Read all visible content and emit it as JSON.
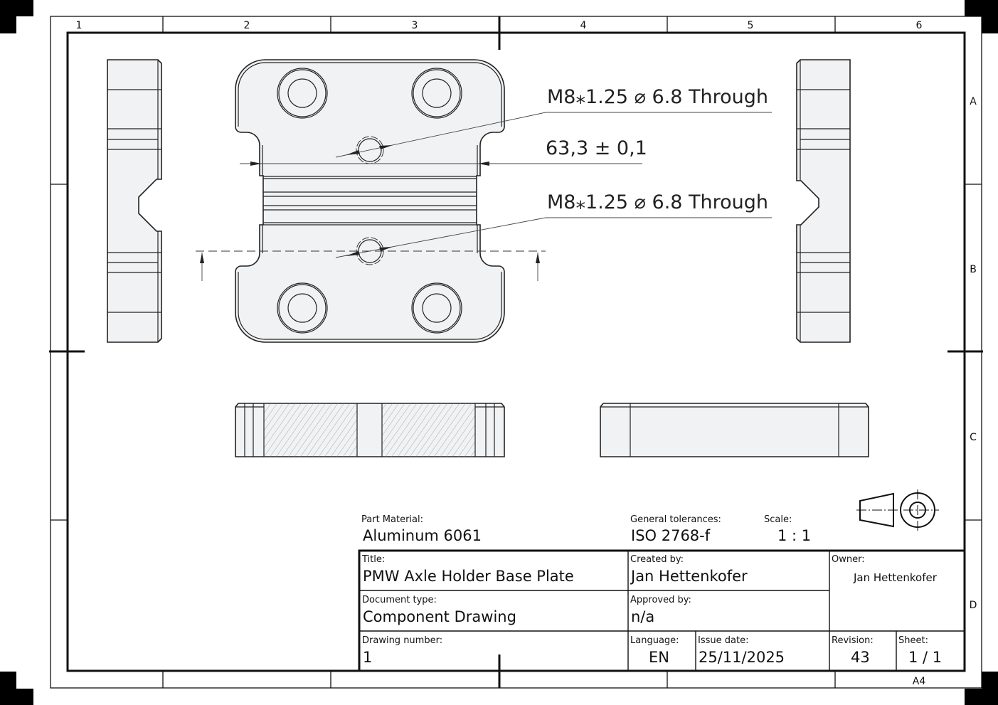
{
  "sheet": {
    "format": "A4",
    "columns": [
      "1",
      "2",
      "3",
      "4",
      "5",
      "6"
    ],
    "rows": [
      "A",
      "B",
      "C",
      "D"
    ]
  },
  "annotations": {
    "thread_top": "M8⁎1.25 ⌀ 6.8 Through",
    "dimension": "63,3 ± 0,1",
    "thread_bottom": "M8⁎1.25 ⌀ 6.8 Through"
  },
  "title_block": {
    "part_material": {
      "label": "Part Material:",
      "value": "Aluminum 6061"
    },
    "general_tolerances": {
      "label": "General tolerances:",
      "value": "ISO 2768-f"
    },
    "scale": {
      "label": "Scale:",
      "value": "1 : 1"
    },
    "title": {
      "label": "Title:",
      "value": "PMW Axle Holder Base Plate"
    },
    "created_by": {
      "label": "Created by:",
      "value": "Jan Hettenkofer"
    },
    "owner": {
      "label": "Owner:",
      "value": "Jan Hettenkofer"
    },
    "document_type": {
      "label": "Document type:",
      "value": "Component Drawing"
    },
    "approved_by": {
      "label": "Approved by:",
      "value": "n/a"
    },
    "drawing_number": {
      "label": "Drawing number:",
      "value": "1"
    },
    "language": {
      "label": "Language:",
      "value": "EN"
    },
    "issue_date": {
      "label": "Issue date:",
      "value": "25/11/2025"
    },
    "revision": {
      "label": "Revision:",
      "value": "43"
    },
    "sheet_no": {
      "label": "Sheet:",
      "value": "1 / 1"
    }
  },
  "icons": {
    "projection_symbol": "first-angle-projection-icon"
  }
}
